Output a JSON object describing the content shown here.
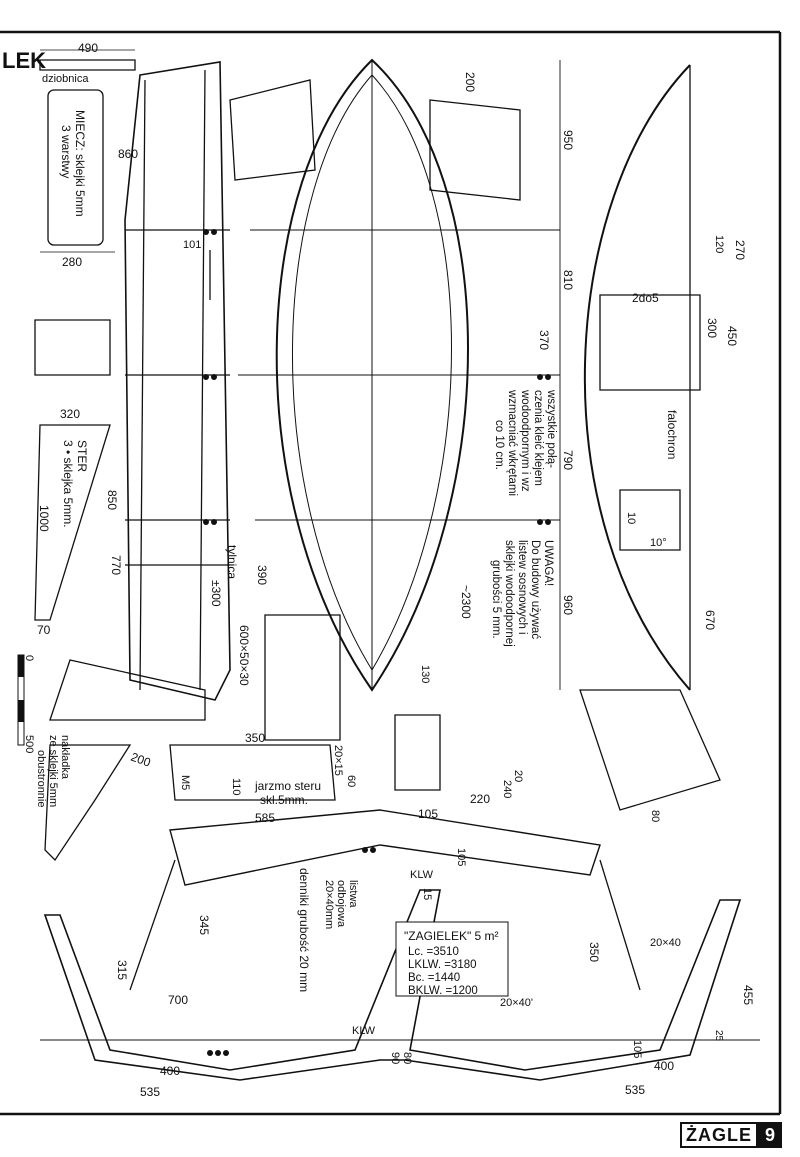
{
  "header": {
    "title_fragment": "LEK",
    "sub": "dziobnica"
  },
  "notes": {
    "miecz": [
      "MIECZ: sklejki 5mm",
      "3 warstwy"
    ],
    "ster": [
      "STER",
      "3 • sklejka 5mm."
    ],
    "glue": [
      "wszystkie połą-",
      "czenia kleić klejem",
      "wodoodpornym i wz",
      "wzmacniać wkrętami",
      "co 10 cm."
    ],
    "uwaga": [
      "UWAGA!",
      "Do budowy używać",
      "listew sosnowych i",
      "sklejki wodoodpornej",
      "grubości 5 mm."
    ],
    "falochron": "falochron",
    "tylnica": "tylnica",
    "jarzmo": [
      "jarzmo steru",
      "skl.5mm."
    ],
    "nakladka": [
      "nakładka",
      "ze sklejki 5mm",
      "obustronnie"
    ],
    "deski": "denniki grubość 20 mm",
    "listwa": [
      "listwa",
      "odbojowa",
      "20×40mm"
    ],
    "klw": "KLW",
    "m5": "M5",
    "scale": [
      "0",
      "500"
    ]
  },
  "spec": {
    "title": "\"ZAGIELEK\" 5 m²",
    "rows": [
      "Lc. =3510",
      "LKLW. =3180",
      "Bc. =1440",
      "BKLW. =1200"
    ]
  },
  "dims": {
    "d490": "490",
    "d280": "280",
    "d860": "860",
    "d101": "101",
    "d200": "200",
    "d950": "950",
    "d810": "810",
    "d370": "370",
    "d790": "790",
    "d960": "960",
    "d270": "270",
    "d120": "120",
    "d300": "300",
    "d450": "450",
    "d670": "670",
    "d2do5": "2do5",
    "d10": "10",
    "d10deg": "10°",
    "d320": "320",
    "d1000": "1000",
    "d850": "850",
    "d770": "770",
    "d70": "70",
    "d390": "390",
    "pm300": "±300",
    "d600": "600×50×30",
    "d350": "350",
    "d110": "110",
    "d20x15": "20×15",
    "d60": "60",
    "d585": "585",
    "d105": "105",
    "d220": "220",
    "d240": "240",
    "d20": "20",
    "d80": "80",
    "d15": "15",
    "d345": "345",
    "d315": "315",
    "d700": "700",
    "d400a": "400",
    "d535a": "535",
    "d90": "90",
    "d80b": "80",
    "d350b": "350",
    "d20x40a": "20×40",
    "d20x40b": "20×40'",
    "d455": "455",
    "d25": "25",
    "d105b": "105",
    "d400b": "400",
    "d535b": "535",
    "d2300": "~2300",
    "d130": "130",
    "d200b": "200"
  },
  "footer": {
    "magazine": "ŻAGLE",
    "page": "9"
  }
}
